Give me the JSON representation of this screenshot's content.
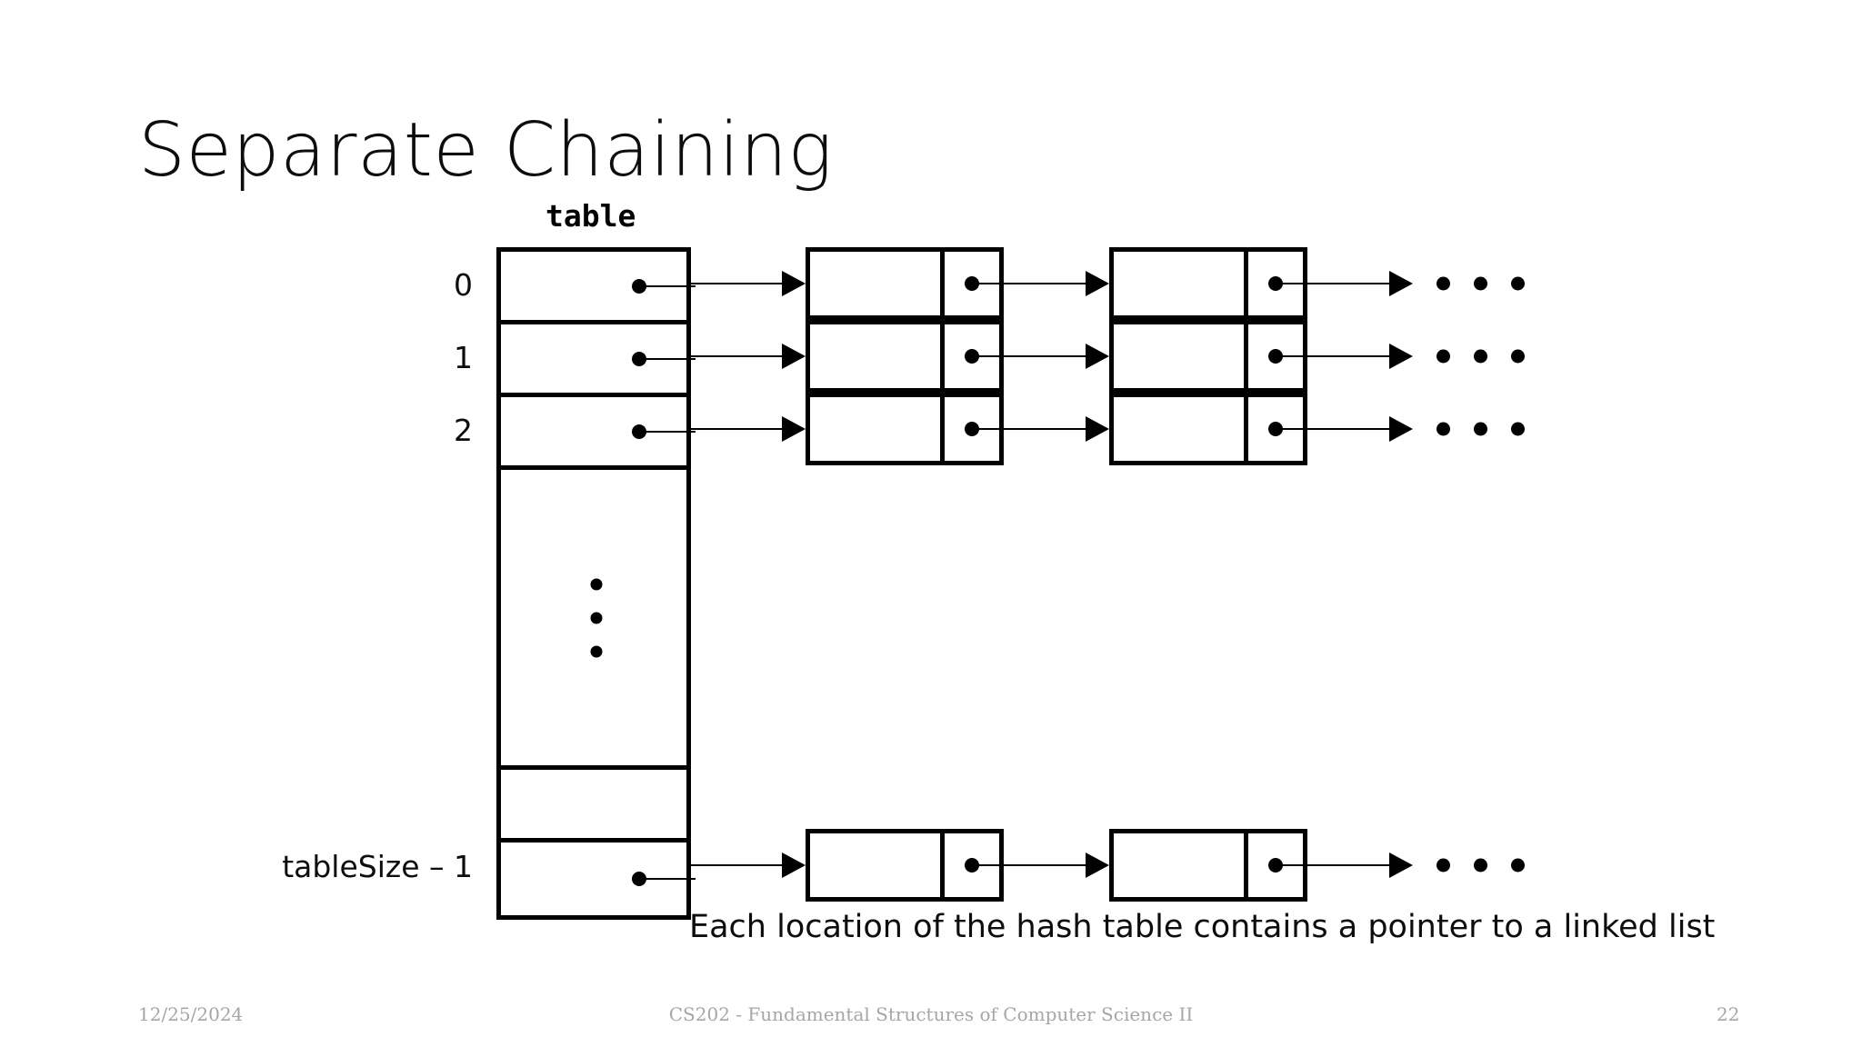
{
  "slide": {
    "title": "Separate Chaining",
    "table_label": "table",
    "caption": "Each location of the hash table contains a pointer to a linked list"
  },
  "array": {
    "rows": [
      {
        "index_label": "0",
        "kind": "pointer",
        "has_chain": true
      },
      {
        "index_label": "1",
        "kind": "pointer",
        "has_chain": true
      },
      {
        "index_label": "2",
        "kind": "pointer",
        "has_chain": true
      },
      {
        "index_label": "",
        "kind": "ellipsis",
        "has_chain": false
      },
      {
        "index_label": "",
        "kind": "empty",
        "has_chain": false
      },
      {
        "index_label": "tableSize – 1",
        "kind": "pointer",
        "has_chain": true
      }
    ],
    "vertical_ellipsis_dots": 3
  },
  "chain": {
    "nodes_per_chain": 2,
    "trailing_ellipsis_dots": 3,
    "node_parts": [
      "data",
      "next-pointer"
    ]
  },
  "footer": {
    "date": "12/25/2024",
    "course": "CS202 - Fundamental Structures of Computer Science II",
    "page": "22"
  },
  "colors": {
    "ink": "#000000",
    "text": "#0d0d0d",
    "footer": "#a6a6a6",
    "background": "#ffffff"
  }
}
